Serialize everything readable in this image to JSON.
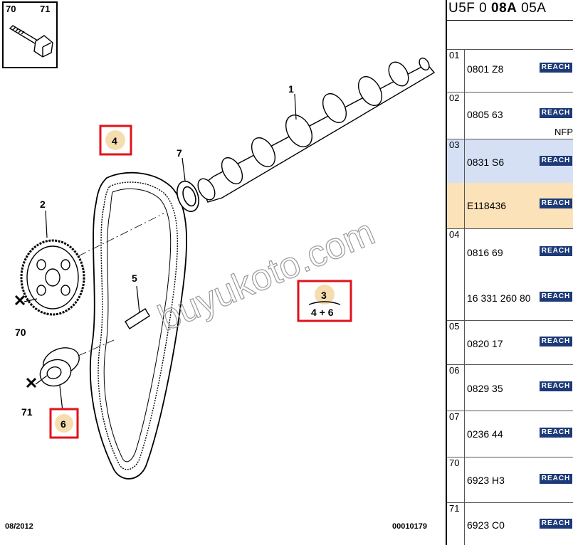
{
  "header": {
    "code_prefix": "U5F 0",
    "code_bold": "08A",
    "code_suffix": "05A"
  },
  "thumbnail": {
    "labels": [
      "70",
      "71"
    ]
  },
  "callouts": {
    "n1": "1",
    "n2": "2",
    "n4": "4",
    "n5": "5",
    "n6": "6",
    "n7": "7",
    "n70": "70",
    "n71": "71",
    "kit_number": "3",
    "kit_contents": "4 + 6"
  },
  "watermark": "buyukoto.com",
  "footer": {
    "date": "08/2012",
    "drawing_number": "00010179"
  },
  "reach_label": "REACH",
  "parts": [
    {
      "num": "01",
      "ref": "0801 Z8"
    },
    {
      "num": "02",
      "ref": "0805 63",
      "note": "NFP"
    },
    {
      "num": "03",
      "ref": "0831 S6"
    },
    {
      "num": "",
      "ref": "E118436"
    },
    {
      "num": "04",
      "ref": "0816 69",
      "ref2": "16 331 260 80"
    },
    {
      "num": "05",
      "ref": "0820 17"
    },
    {
      "num": "06",
      "ref": "0829 35"
    },
    {
      "num": "07",
      "ref": "0236 44"
    },
    {
      "num": "70",
      "ref": "6923 H3"
    },
    {
      "num": "71",
      "ref": "6923 C0"
    }
  ],
  "colors": {
    "highlight_blue": "#d6e0f5",
    "highlight_orange": "#fbe2b8",
    "reach_badge": "#1d3a78",
    "callout_box": "#e0121b",
    "callout_fill": "#f6ddb0"
  }
}
